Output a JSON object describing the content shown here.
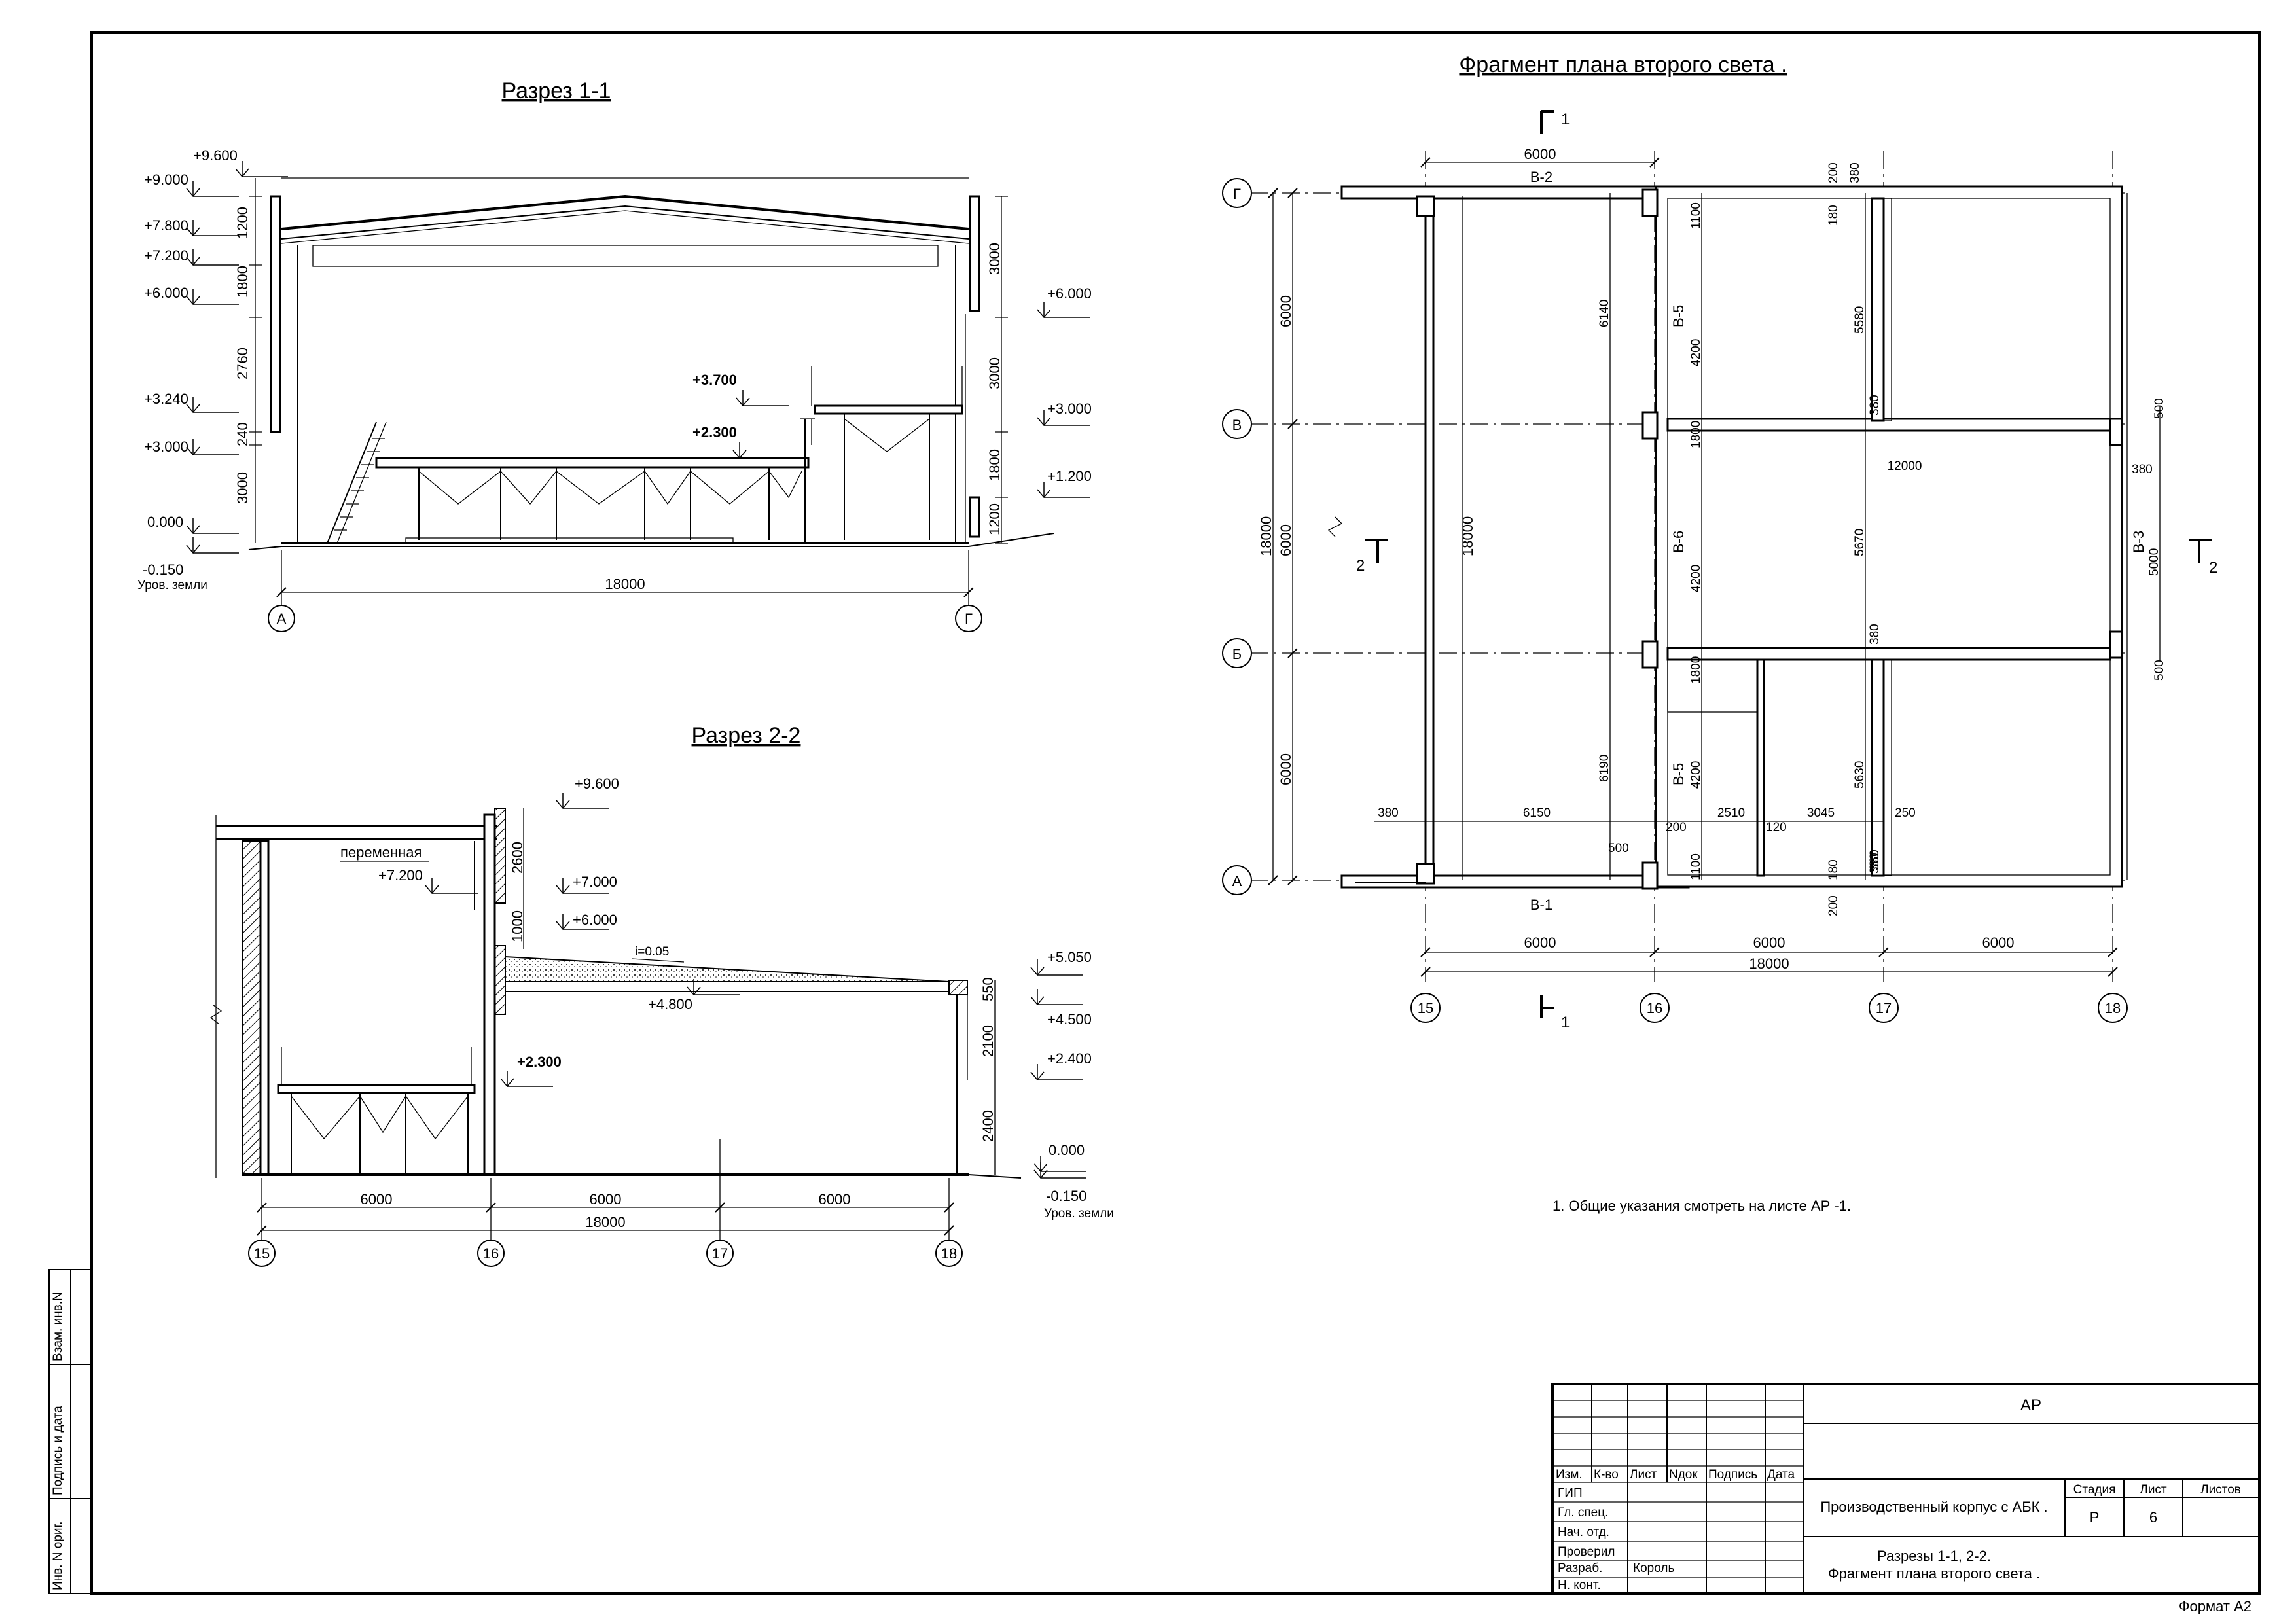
{
  "section11": {
    "title": "Разрез 1-1",
    "levels_left": [
      "+9.600",
      "+9.000",
      "+7.800",
      "+7.200",
      "+6.000",
      "+3.240",
      "+3.000",
      "0.000",
      "-0.150"
    ],
    "ground_label": "Уров. земли",
    "dims_left": [
      "1200",
      "1800",
      "2760",
      "240",
      "3000"
    ],
    "dims_right": [
      "3000",
      "3000",
      "1800",
      "1200"
    ],
    "levels_right": [
      "+6.000",
      "+3.000",
      "+1.200"
    ],
    "levels_inner": [
      "+3.700",
      "+2.300"
    ],
    "span": "18000",
    "axes": [
      "А",
      "Г"
    ]
  },
  "section22": {
    "title": "Разрез 2-2",
    "variable_label": "переменная",
    "levels": [
      "+9.600",
      "+7.200",
      "+7.000",
      "+6.000",
      "+5.050",
      "+4.800",
      "+4.500",
      "+2.400",
      "+2.300",
      "0.000",
      "-0.150"
    ],
    "slope_label": "i=0.05",
    "dims_vertical": [
      "2600",
      "1000",
      "550",
      "2100",
      "2400"
    ],
    "dims_bottom": [
      "6000",
      "6000",
      "6000"
    ],
    "span": "18000",
    "ground_label": "Уров. земли",
    "axes": [
      "15",
      "16",
      "17",
      "18"
    ]
  },
  "plan": {
    "title": "Фрагмент плана второго света .",
    "cut1_label": "1",
    "cut2_label": "2",
    "rows": [
      "Г",
      "В",
      "Б",
      "А"
    ],
    "cols": [
      "15",
      "16",
      "17",
      "18"
    ],
    "dims_left_outer": [
      "6000",
      "6000",
      "6000"
    ],
    "dim_total_left": "18000",
    "dim_inner_18000": "18000",
    "dims_top": [
      "6000",
      "200",
      "380"
    ],
    "beam_labels": [
      "В-2",
      "В-1",
      "В-5",
      "В-6",
      "В-5",
      "В-3"
    ],
    "dims_inner": [
      "6140",
      "4200",
      "1100",
      "180",
      "5580",
      "380",
      "1800",
      "12000",
      "500",
      "380",
      "4200",
      "5670",
      "5000",
      "380",
      "500",
      "1800",
      "6190",
      "4200",
      "5630",
      "380",
      "6150",
      "2510",
      "3045",
      "250",
      "200",
      "120",
      "500",
      "1100",
      "180",
      "380",
      "200"
    ],
    "dims_bottom": [
      "6000",
      "6000",
      "6000"
    ],
    "dim_bottom_total": "18000"
  },
  "note": "1. Общие указания смотреть на листе АР -1.",
  "stamp": {
    "code": "АР",
    "cols": [
      "Изм.",
      "К-во",
      "Лист",
      "Nдок",
      "Подпись",
      "Дата"
    ],
    "roles": [
      "ГИП",
      "Гл. спец.",
      "Нач. отд.",
      "Проверил",
      "Разраб.",
      "Н. конт."
    ],
    "developer": "Король",
    "project": "Производственный корпус с АБК .",
    "sheet_title_1": "Разрезы 1-1, 2-2.",
    "sheet_title_2": "Фрагмент плана второго света .",
    "stage_hdr": "Стадия",
    "sheet_hdr": "Лист",
    "sheets_hdr": "Листов",
    "stage": "Р",
    "sheet": "6",
    "format": "Формат А2"
  },
  "side_stamp": [
    "Взам. инв.N",
    "Подпись и дата",
    "Инв. N ориг."
  ]
}
